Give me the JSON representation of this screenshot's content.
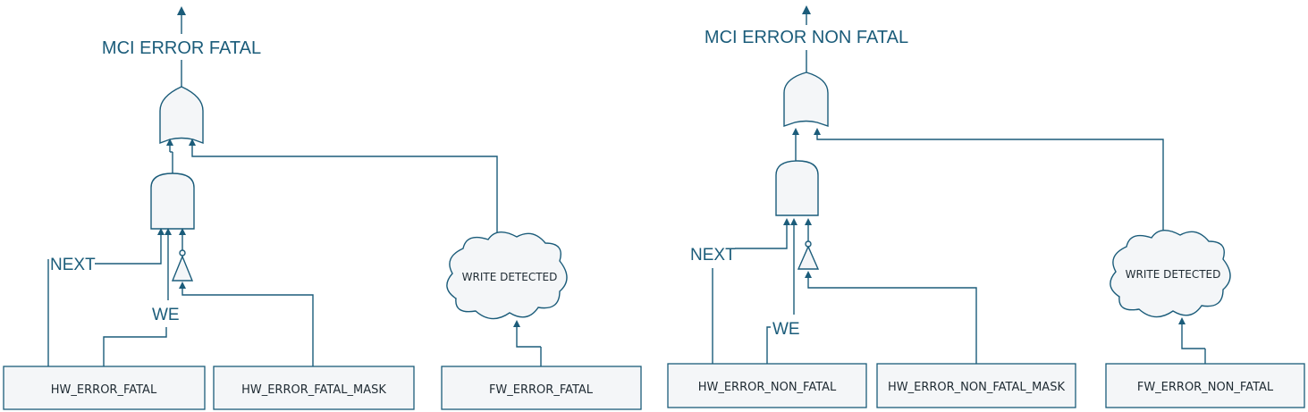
{
  "colors": {
    "line": "#1b5c7a",
    "fill": "#f4f6f8",
    "text": "#1f2b33"
  },
  "fatal": {
    "output_label": "MCI ERROR FATAL",
    "next_label": "NEXT",
    "we_label": "WE",
    "cloud_label": "WRITE DETECTED",
    "box_hw": "HW_ERROR_FATAL",
    "box_mask": "HW_ERROR_FATAL_MASK",
    "box_fw": "FW_ERROR_FATAL"
  },
  "nonfatal": {
    "output_label": "MCI ERROR NON FATAL",
    "next_label": "NEXT",
    "we_label": "WE",
    "cloud_label": "WRITE DETECTED",
    "box_hw": "HW_ERROR_NON_FATAL",
    "box_mask": "HW_ERROR_NON_FATAL_MASK",
    "box_fw": "FW_ERROR_NON_FATAL"
  }
}
